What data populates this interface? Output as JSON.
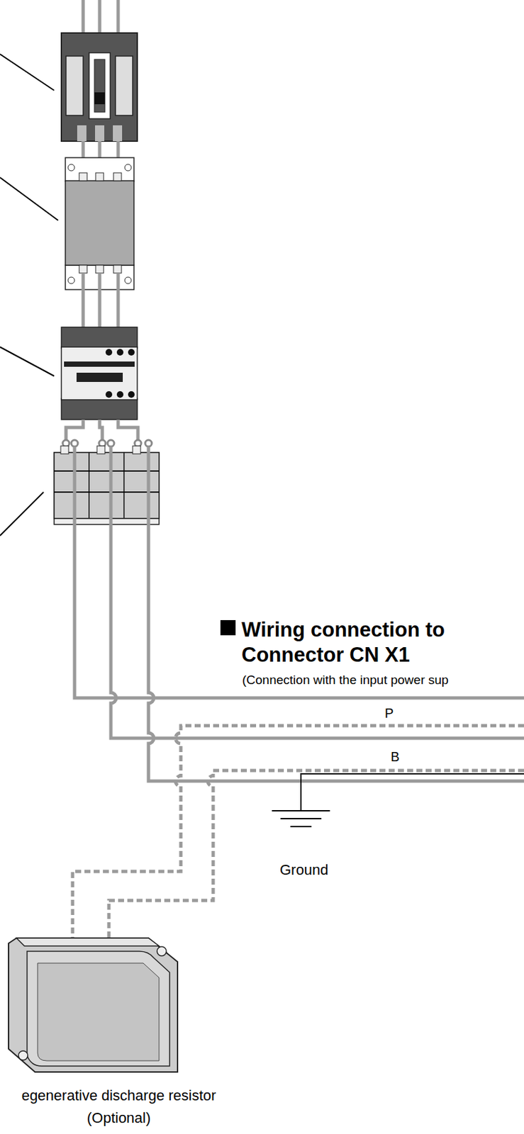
{
  "diagram": {
    "title": "Wiring connection to Connector CN X1",
    "nodes": [
      {
        "text": [
          "egenerative discharge resistor",
          "(Optional)"
        ]
      }
    ],
    "labels": [
      "(Connection with the input power sup",
      "P",
      "B",
      "Ground"
    ]
  }
}
